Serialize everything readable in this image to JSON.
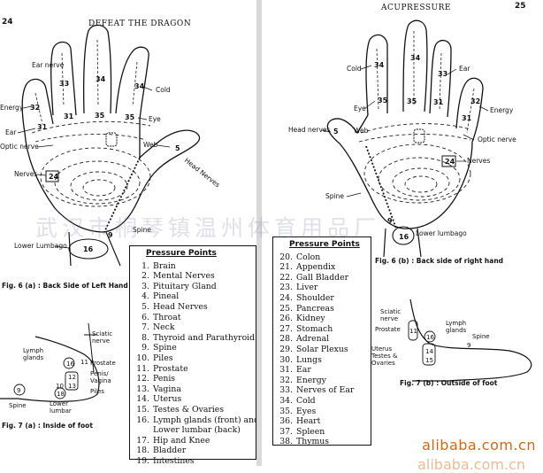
{
  "left_page": {
    "page_number": "24",
    "running_head": "DEFEAT THE DRAGON",
    "hand_labels": {
      "ear_nerve": "Ear nerve",
      "energy": "Energy",
      "ear": "Ear",
      "optic_nerve": "Optic nerve",
      "nerves": "Nerves",
      "cold": "Cold",
      "eye": "Eye",
      "web": "Web",
      "head_nerves": "Head Nerves",
      "spine": "Spine",
      "lower_lumbago": "Lower Lumbago"
    },
    "hand_numbers": [
      "33",
      "34",
      "34",
      "32",
      "31",
      "35",
      "35",
      "31",
      "24",
      "5",
      "9",
      "16"
    ],
    "hand_caption": "Fig. 6 (a) : Back Side of Left Hand",
    "foot_labels": {
      "lymph_glands": "Lymph glands",
      "sciatic_nerve": "Sciatic nerve",
      "prostate": "Prostate",
      "penis_vagina": "Penis/ Vagina",
      "piles": "Piles",
      "spine": "Spine",
      "lower_lumbar": "Lower lumbar"
    },
    "foot_numbers": [
      "16",
      "11",
      "12",
      "13",
      "10",
      "18",
      "9"
    ],
    "foot_caption": "Fig. 7 (a) : Inside of foot"
  },
  "right_page": {
    "page_number": "25",
    "running_head": "ACUPRESSURE",
    "hand_labels": {
      "cold": "Cold",
      "eye": "Eye",
      "ear": "Ear",
      "energy": "Energy",
      "head_nerves": "Head nerves",
      "web": "Web",
      "optic_nerve": "Optic nerve",
      "nerves": "Nerves",
      "spine": "Spine",
      "lower_lumbago": "Lower lumbago"
    },
    "hand_numbers": [
      "34",
      "34",
      "33",
      "32",
      "35",
      "35",
      "31",
      "31",
      "5",
      "24",
      "9",
      "16"
    ],
    "hand_caption": "Fig. 6 (b) : Back side of right hand",
    "foot_labels": {
      "sciatic_nerve": "Sciatic nerve",
      "prostate": "Prostate",
      "lymph_glands": "Lymph glands",
      "spine": "Spine",
      "uterus_testes_ovaries": "Uterus Testes & Ovaries"
    },
    "foot_numbers": [
      "11",
      "16",
      "14",
      "15",
      "9"
    ],
    "foot_caption": "Fig. 7 (b) : Outside of foot"
  },
  "pressure_points": {
    "title": "Pressure Points",
    "column1": [
      {
        "n": "1.",
        "label": "Brain"
      },
      {
        "n": "2.",
        "label": "Mental Nerves"
      },
      {
        "n": "3.",
        "label": "Pituitary Gland"
      },
      {
        "n": "4.",
        "label": "Pineal"
      },
      {
        "n": "5.",
        "label": "Head Nerves"
      },
      {
        "n": "6.",
        "label": "Throat"
      },
      {
        "n": "7.",
        "label": "Neck"
      },
      {
        "n": "8.",
        "label": "Thyroid and Parathyroid"
      },
      {
        "n": "9.",
        "label": "Spine"
      },
      {
        "n": "10.",
        "label": "Piles"
      },
      {
        "n": "11.",
        "label": "Prostate"
      },
      {
        "n": "12.",
        "label": "Penis"
      },
      {
        "n": "13.",
        "label": "Vagina"
      },
      {
        "n": "14.",
        "label": "Uterus"
      },
      {
        "n": "15.",
        "label": "Testes & Ovaries"
      },
      {
        "n": "16.",
        "label": "Lymph glands (front) and"
      },
      {
        "n": "",
        "label": "Lower lumbar (back)"
      },
      {
        "n": "17.",
        "label": "Hip and Knee"
      },
      {
        "n": "18.",
        "label": "Bladder"
      },
      {
        "n": "19.",
        "label": "Intestines"
      }
    ],
    "column2": [
      {
        "n": "20.",
        "label": "Colon"
      },
      {
        "n": "21.",
        "label": "Appendix"
      },
      {
        "n": "22.",
        "label": "Gall Bladder"
      },
      {
        "n": "23.",
        "label": "Liver"
      },
      {
        "n": "24.",
        "label": "Shoulder"
      },
      {
        "n": "25.",
        "label": "Pancreas"
      },
      {
        "n": "26.",
        "label": "Kidney"
      },
      {
        "n": "27.",
        "label": "Stomach"
      },
      {
        "n": "28.",
        "label": "Adrenal"
      },
      {
        "n": "29.",
        "label": "Solar Plexus"
      },
      {
        "n": "30.",
        "label": "Lungs"
      },
      {
        "n": "31.",
        "label": "Ear"
      },
      {
        "n": "32.",
        "label": "Energy"
      },
      {
        "n": "33.",
        "label": "Nerves of Ear"
      },
      {
        "n": "34.",
        "label": "Cold"
      },
      {
        "n": "35.",
        "label": "Eyes"
      },
      {
        "n": "36.",
        "label": "Heart"
      },
      {
        "n": "37.",
        "label": "Spleen"
      },
      {
        "n": "38.",
        "label": "Thymus"
      }
    ]
  },
  "watermarks": {
    "chinese": "武汉市桐琴镇温州体育用品厂",
    "site": "alibaba.com.cn",
    "site_repeat": "alibaba.com.cn"
  }
}
